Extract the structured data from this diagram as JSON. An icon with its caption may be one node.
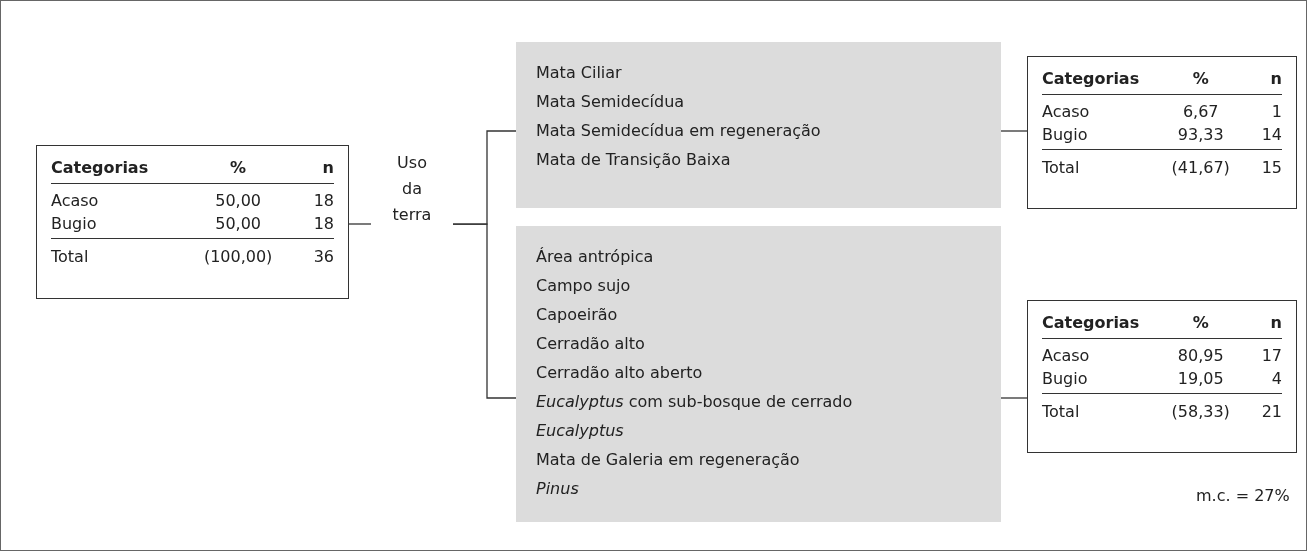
{
  "diagram": {
    "nodes": [
      {
        "text": [
          "Categorias",
          "%",
          "n",
          "Acaso",
          "50,00",
          "18",
          "Bugio",
          "50,00",
          "18",
          "Total",
          "(100,00)",
          "36"
        ]
      },
      {
        "text": [
          "Uso da terra"
        ]
      },
      {
        "text": [
          "Mata Ciliar",
          "Mata Semidecídua",
          "Mata Semidecídua em regeneração",
          "Mata de Transição Baixa"
        ]
      },
      {
        "text": [
          "Categorias",
          "%",
          "n",
          "Acaso",
          "6,67",
          "1",
          "Bugio",
          "93,33",
          "14",
          "Total",
          "(41,67)",
          "15"
        ]
      },
      {
        "text": [
          "Área antrópica",
          "Campo sujo",
          "Capoeirão",
          "Cerradão alto",
          "Cerradão alto aberto",
          "*Eucalyptus* com sub-bosque de cerrado",
          "*Eucalyptus*",
          "Mata de Galeria em regeneração",
          "*Pinus*"
        ]
      },
      {
        "text": [
          "Categorias",
          "%",
          "n",
          "Acaso",
          "80,95",
          "17",
          "Bugio",
          "19,05",
          "4",
          "Total",
          "(58,33)",
          "21"
        ]
      }
    ],
    "edges": [
      {
        "from": 0,
        "to": 1,
        "arrow": "none"
      },
      {
        "from": 1,
        "to": 2,
        "arrow": "none"
      },
      {
        "from": 1,
        "to": 4,
        "arrow": "none"
      },
      {
        "from": 2,
        "to": 3,
        "arrow": "none"
      },
      {
        "from": 4,
        "to": 5,
        "arrow": "none"
      }
    ],
    "labels": [
      "m.c. = 27%"
    ]
  }
}
